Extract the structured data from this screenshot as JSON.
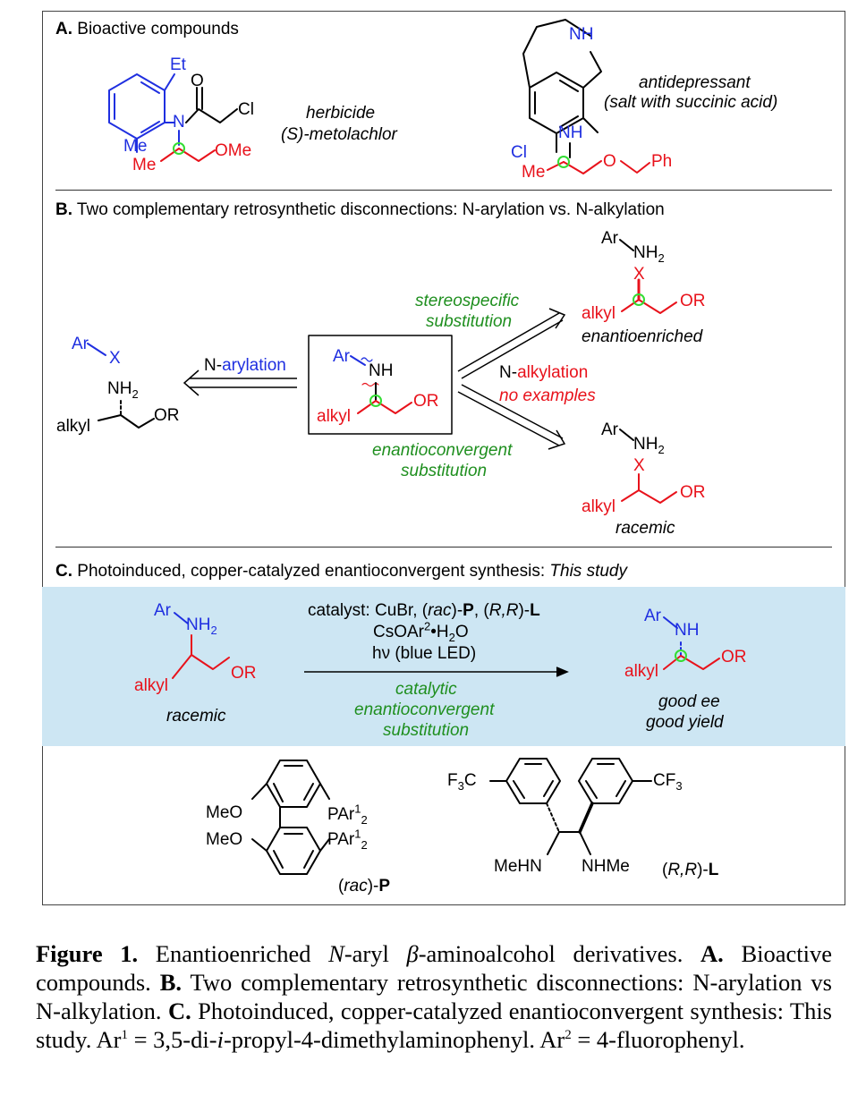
{
  "panel_a": {
    "title_letter": "A.",
    "title_text": " Bioactive compounds",
    "metolachlor": {
      "et": "Et",
      "o": "O",
      "cl": "Cl",
      "n": "N",
      "me_ring": "Me",
      "me_chain": "Me",
      "ome": "OMe",
      "use": "herbicide",
      "name_prefix": "(",
      "name_s": "S",
      "name_suffix": ")-metolachlor"
    },
    "antidep": {
      "nh_ring": "NH",
      "nh": "NH",
      "cl": "Cl",
      "me": "Me",
      "o": "O",
      "ph": "Ph",
      "use": "antidepressant",
      "salt": "(salt with succinic acid)"
    }
  },
  "panel_b": {
    "title_letter": "B.",
    "title_text": " Two complementary retrosynthetic disconnections: N-arylation vs. N-alkylation",
    "left": {
      "ar": "Ar",
      "x": "X",
      "nh2": "NH",
      "nh2_sub": "2",
      "alkyl": "alkyl",
      "or": "OR"
    },
    "arrow_left": {
      "prefix": "N-",
      "word": "arylation"
    },
    "center": {
      "ar": "Ar",
      "nh": "NH",
      "alkyl": "alkyl",
      "or": "OR"
    },
    "upper_arrow": {
      "line1": "stereospecific",
      "line2": "substitution"
    },
    "middle": {
      "prefix": "N-",
      "word": "alkylation",
      "note": "no examples"
    },
    "lower_arrow": {
      "line1": "enantioconvergent",
      "line2": "substitution"
    },
    "top_right": {
      "ar": "Ar",
      "nh2": "NH",
      "nh2_sub": "2",
      "x": "X",
      "alkyl": "alkyl",
      "or": "OR",
      "label": "enantioenriched"
    },
    "bottom_right": {
      "ar": "Ar",
      "nh2": "NH",
      "nh2_sub": "2",
      "x": "X",
      "alkyl": "alkyl",
      "or": "OR",
      "label": "racemic"
    }
  },
  "panel_c": {
    "title_letter": "C.",
    "title_text": " Photoinduced, copper-catalyzed enantioconvergent synthesis: ",
    "title_italic": "This study",
    "reactant": {
      "ar": "Ar",
      "nh2": "NH",
      "nh2_sub": "2",
      "alkyl": "alkyl",
      "or": "OR",
      "label": "racemic"
    },
    "conditions": {
      "line1_a": "catalyst: CuBr, (",
      "line1_rac": "rac",
      "line1_b": ")-",
      "line1_p": "P",
      "line1_c": ", (",
      "line1_rr": "R,R",
      "line1_d": ")-",
      "line1_l": "L",
      "line2_a": "CsOAr",
      "line2_sup": "2",
      "line2_b": "•H",
      "line2_sub": "2",
      "line2_c": "O",
      "line3": "hν (blue LED)",
      "green1": "catalytic",
      "green2": "enantioconvergent",
      "green3": "substitution"
    },
    "product": {
      "ar": "Ar",
      "nh": "NH",
      "alkyl": "alkyl",
      "or": "OR",
      "label1": "good ee",
      "label2": "good yield"
    },
    "ligand_p": {
      "meo1": "MeO",
      "meo2": "MeO",
      "par1": "PAr",
      "par1_sup": "1",
      "par1_sub": "2",
      "par2": "PAr",
      "par2_sup": "1",
      "par2_sub": "2",
      "label_a": "(",
      "label_rac": "rac",
      "label_b": ")-",
      "label_p": "P"
    },
    "ligand_l": {
      "f3c": "F",
      "f3c_sub": "3",
      "f3c_c": "C",
      "cf3": "CF",
      "cf3_sub": "3",
      "mehn": "MeHN",
      "nhme": "NHMe",
      "label_a": "(",
      "label_rr": "R,R",
      "label_b": ")-",
      "label_l": "L"
    }
  },
  "caption": {
    "fig": "Figure 1.",
    "t1": " Enantioenriched ",
    "n_italic": "N",
    "t2": "-aryl ",
    "beta": "β",
    "t3": "-aminoalcohol derivatives. ",
    "a": "A.",
    "t4": " Bioactive compounds. ",
    "b": "B.",
    "t5": " Two complementary retrosynthetic disconnections: N-arylation vs N-alkylation. ",
    "c": "C.",
    "t6": " Photoinduced, copper-catalyzed enantioconvergent synthesis: This study. Ar",
    "sup1": "1",
    "t7": " = 3,5-di-",
    "i": "i",
    "t8": "-propyl-4-dimethylaminophenyl. Ar",
    "sup2": "2",
    "t9": " = 4-fluorophenyl."
  },
  "colors": {
    "red": "#e8121b",
    "blue": "#1f2fe0",
    "green": "#1f8f1f",
    "band": "#cde6f3",
    "stereo_marker": "#33dd33"
  }
}
